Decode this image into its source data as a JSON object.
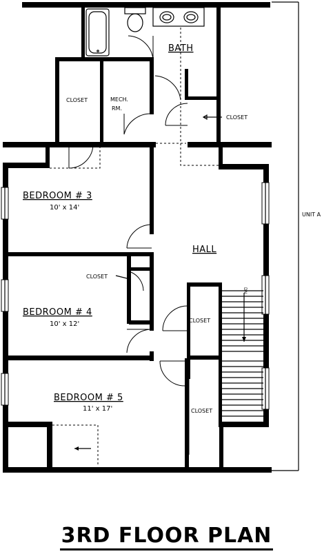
{
  "plan": {
    "title": "3RD FLOOR PLAN",
    "unit_label": "UNIT A",
    "rooms": {
      "bath": "BATH",
      "closet_left": "CLOSET",
      "mech_line1": "MECH.",
      "mech_line2": "RM.",
      "closet_bath": "CLOSET",
      "bedroom3_name": "BEDROOM # 3",
      "bedroom3_dim": "10' x 14'",
      "hall": "HALL",
      "closet_bed4": "CLOSET",
      "bedroom4_name": "BEDROOM # 4",
      "bedroom4_dim": "10' x 12'",
      "closet_hall": "CLOSET",
      "bedroom5_name": "BEDROOM # 5",
      "bedroom5_dim": "11' x 17'",
      "closet_bed5": "CLOSET",
      "stair_dn": "DN"
    }
  }
}
